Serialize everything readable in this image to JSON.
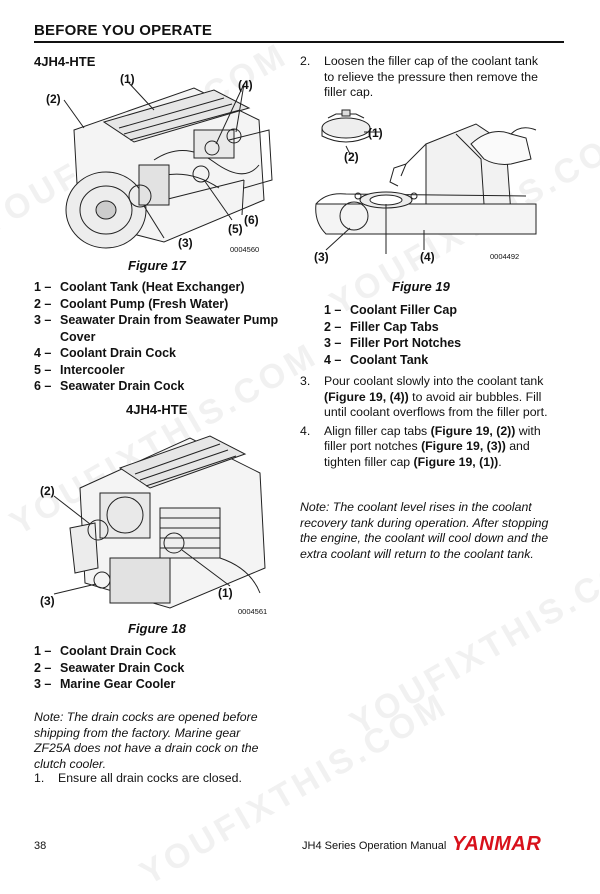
{
  "header": {
    "title": "BEFORE YOU OPERATE"
  },
  "fig17": {
    "model": "4JH4-HTE",
    "code": "0004560",
    "callouts": [
      "(1)",
      "(2)",
      "(3)",
      "(4)",
      "(5)",
      "(6)"
    ],
    "caption": "Figure 17",
    "legend": [
      {
        "n": "1 –",
        "text": "Coolant Tank (Heat Exchanger)"
      },
      {
        "n": "2 –",
        "text": "Coolant Pump (Fresh Water)"
      },
      {
        "n": "3 –",
        "text": "Seawater Drain from Seawater Pump Cover"
      },
      {
        "n": "4 –",
        "text": "Coolant Drain Cock"
      },
      {
        "n": "5 –",
        "text": "Intercooler"
      },
      {
        "n": "6 –",
        "text": "Seawater Drain Cock"
      }
    ]
  },
  "fig18": {
    "model": "4JH4-HTE",
    "code": "0004561",
    "callouts": [
      "(1)",
      "(2)",
      "(3)"
    ],
    "caption": "Figure 18",
    "legend": [
      {
        "n": "1 –",
        "text": "Coolant Drain Cock"
      },
      {
        "n": "2 –",
        "text": "Seawater Drain Cock"
      },
      {
        "n": "3 –",
        "text": "Marine Gear Cooler"
      }
    ]
  },
  "left_note": "Note: The drain cocks are opened before shipping from the factory. Marine gear ZF25A does not have a drain cock on the clutch cooler.",
  "left_steps": [
    {
      "n": "1.",
      "text": "Ensure all drain cocks are closed."
    }
  ],
  "right_step2": {
    "n": "2.",
    "text": "Loosen the filler cap of the coolant tank to relieve the pressure then remove the filler cap."
  },
  "fig19": {
    "code": "0004492",
    "callouts": [
      "(1)",
      "(2)",
      "(3)",
      "(4)"
    ],
    "caption": "Figure 19",
    "legend": [
      {
        "n": "1 –",
        "text": "Coolant Filler Cap"
      },
      {
        "n": "2 –",
        "text": "Filler Cap Tabs"
      },
      {
        "n": "3 –",
        "text": "Filler Port Notches"
      },
      {
        "n": "4 –",
        "text": "Coolant Tank"
      }
    ]
  },
  "right_steps": {
    "s3": {
      "n": "3.",
      "pre": "Pour coolant slowly into the coolant tank ",
      "ref": "(Figure 19, (4))",
      "post": " to avoid air bubbles. Fill until coolant overflows from the filler port."
    },
    "s4": {
      "n": "4.",
      "pre": "Align filler cap tabs ",
      "ref1": "(Figure 19, (2))",
      "mid": " with filler port notches ",
      "ref2": "(Figure 19, (3))",
      "mid2": " and tighten filler cap ",
      "ref3": "(Figure 19, (1))",
      "post": "."
    }
  },
  "right_note": "Note: The coolant level rises in the coolant recovery tank during operation. After stopping the engine, the coolant will cool down and the extra coolant will return to the coolant tank.",
  "watermark": "YOUFIXTHIS.COM",
  "footer": {
    "page": "38",
    "manual": "JH4 Series Operation Manual",
    "brand": "YANMAR"
  }
}
